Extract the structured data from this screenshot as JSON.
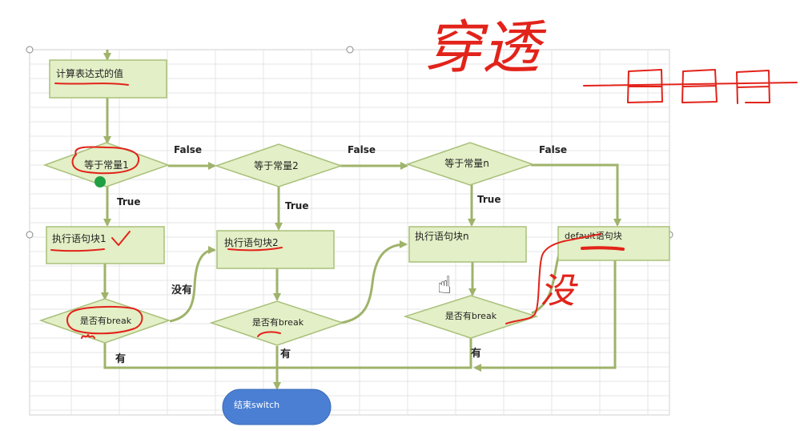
{
  "nodes": {
    "calc": "计算表达式的值",
    "eq1": "等于常量1",
    "eq2": "等于常量2",
    "eqn": "等于常量n",
    "exec1": "执行语句块1",
    "exec2": "执行语句块2",
    "execn": "执行语句块n",
    "default": "default语句块",
    "break1": "是否有break",
    "break2": "是否有break",
    "breakn": "是否有break",
    "end": "结束switch"
  },
  "edges": {
    "false1": "False",
    "false2": "False",
    "false3": "False",
    "true1": "True",
    "true2": "True",
    "truen": "True",
    "no_break": "没有",
    "has1": "有",
    "has2": "有",
    "hasn": "有"
  },
  "annotations": {
    "fall_through": "穿透",
    "no": "没"
  },
  "colors": {
    "line": "#9fb36a",
    "node_fill": "#e3efc6",
    "node_stroke": "#a9c07a",
    "grid": "#e4e4e4",
    "terminal": "#4a7fd4",
    "ink": "#e2231a"
  }
}
